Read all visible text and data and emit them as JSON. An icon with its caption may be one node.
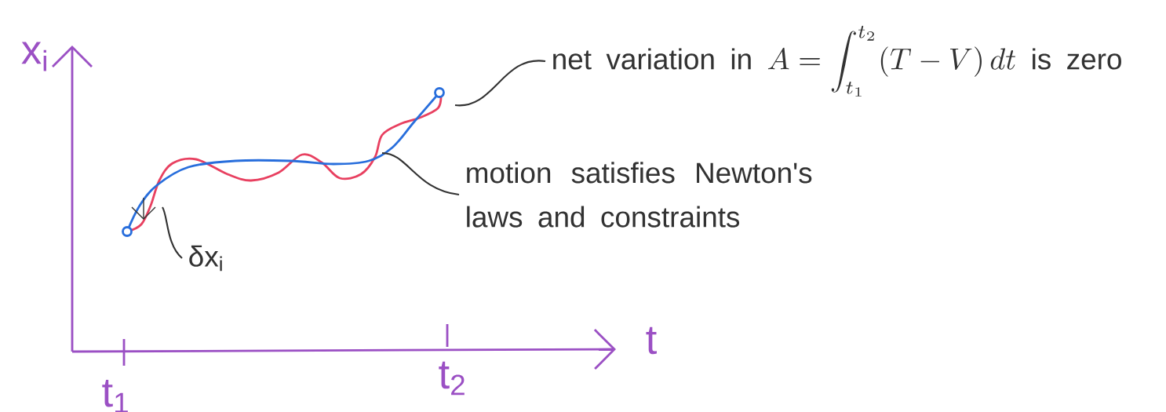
{
  "diagram": {
    "nodes": [
      {
        "text": [
          "net variation in",
          "A = \\int_{t_1}^{t_2} (T - V)\\,dt",
          "is zero"
        ]
      },
      {
        "text": [
          "motion satisfies Newton's laws and constraints"
        ]
      },
      {
        "text": [
          "δx$_{i}$"
        ]
      }
    ],
    "edges": [
      {
        "from": 0,
        "to": null,
        "arrow": "none"
      },
      {
        "from": 1,
        "to": null,
        "arrow": "none"
      },
      {
        "from": 2,
        "to": null,
        "arrow": "none"
      }
    ],
    "labels": [
      "x$_{i}$",
      "t",
      "t$_{2}$",
      "t$_{1}$"
    ]
  }
}
